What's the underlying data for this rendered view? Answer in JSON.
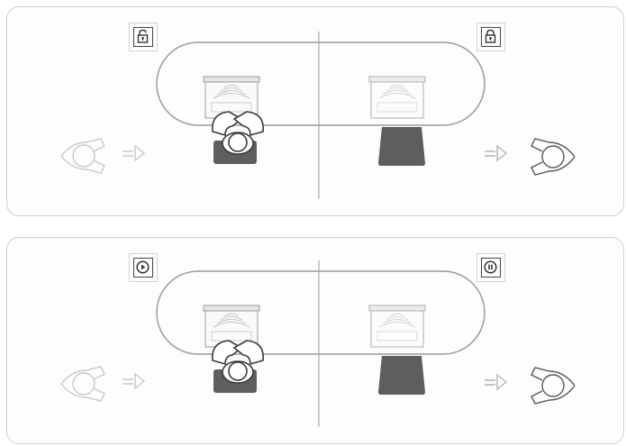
{
  "scenes": [
    {
      "id": "lock",
      "left_state": {
        "icon": "unlocked-padlock-icon",
        "meaning": "unlocked"
      },
      "right_state": {
        "icon": "locked-padlock-icon",
        "meaning": "locked"
      }
    },
    {
      "id": "media",
      "left_state": {
        "icon": "play-icon",
        "meaning": "playing"
      },
      "right_state": {
        "icon": "pause-icon",
        "meaning": "paused"
      }
    }
  ],
  "colors": {
    "line": "#9a9a9a",
    "faint_line": "#c9c9c9",
    "chair": "#5e5e5e",
    "person": "#3a3a3a",
    "icon": "#333333",
    "panel_border": "#cfcfcf"
  }
}
